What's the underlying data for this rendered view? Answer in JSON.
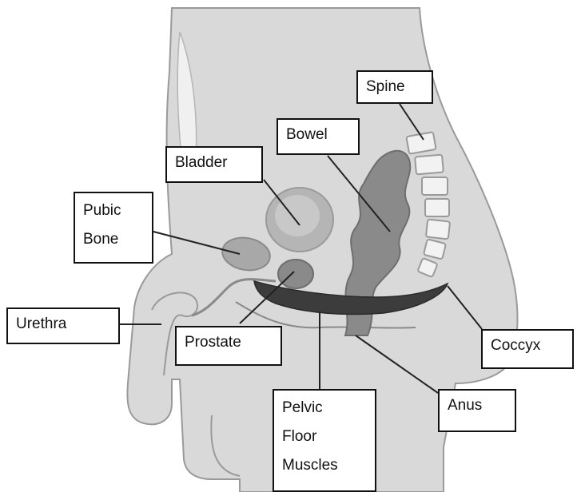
{
  "labels": {
    "spine": "Spine",
    "bowel": "Bowel",
    "bladder": "Bladder",
    "pubic_bone": [
      "Pubic",
      "Bone"
    ],
    "urethra": "Urethra",
    "prostate": "Prostate",
    "coccyx": "Coccyx",
    "anus": "Anus",
    "pelvic_floor_muscles": [
      "Pelvic",
      "Floor",
      "Muscles"
    ]
  },
  "colors": {
    "body_fill": "#d9d9d9",
    "outline": "#9a9a9a",
    "organ_fill": "#8a8a8a",
    "muscle_fill": "#3c3c3c",
    "leader_line": "#222222",
    "label_border": "#111111"
  }
}
